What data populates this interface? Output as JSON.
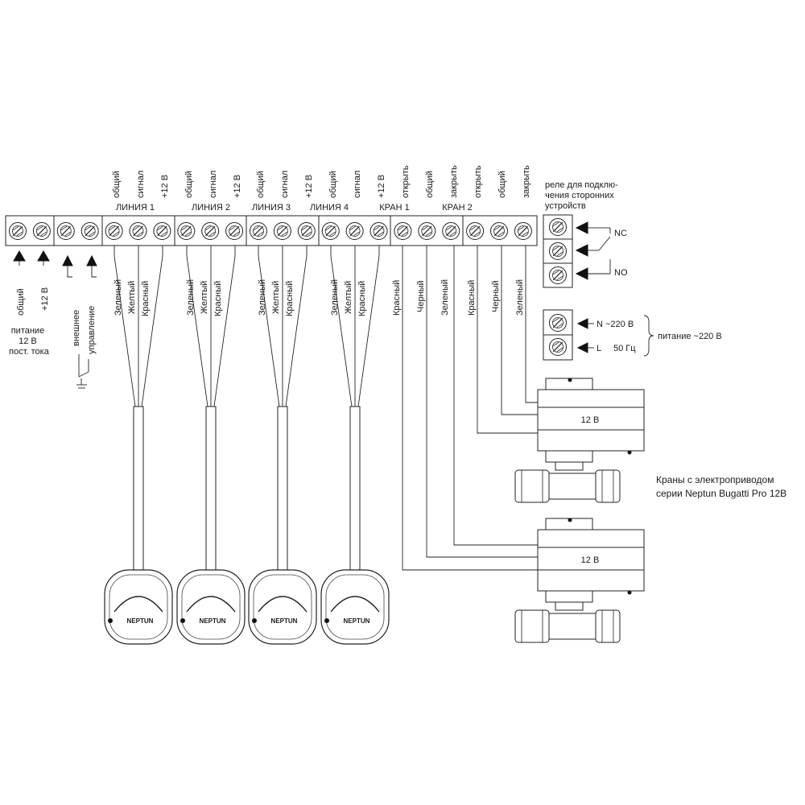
{
  "terminal_block": {
    "group_labels": [
      "ЛИНИЯ 1",
      "ЛИНИЯ 2",
      "ЛИНИЯ 3",
      "ЛИНИЯ 4",
      "КРАН 1",
      "КРАН 2"
    ],
    "top_labels": [
      "общий",
      "сигнал",
      "+12 В",
      "общий",
      "сигнал",
      "+12 В",
      "общий",
      "сигнал",
      "+12 В",
      "общий",
      "сигнал",
      "+12 В",
      "открыть",
      "общий",
      "закрыть",
      "открыть",
      "общий",
      "закрыть"
    ]
  },
  "power": {
    "labels": [
      "общий",
      "+12 В"
    ],
    "caption": [
      "питание",
      "12 В",
      "пост. тока"
    ]
  },
  "external_control": {
    "labels": [
      "внешнее",
      "управление"
    ]
  },
  "wire_labels": {
    "sensor": [
      "Зеленый",
      "Желтый",
      "Красный"
    ],
    "valve": [
      "Красный",
      "Черный",
      "Зеленый",
      "Красный",
      "Черный",
      "Зеленый"
    ]
  },
  "sensor_brand": "NEPTUN",
  "relay": {
    "caption": [
      "реле для подклю-",
      "чения сторонних",
      "устройств"
    ],
    "nc": "NC",
    "no": "NO"
  },
  "mains": {
    "n_label": "N ~220 В",
    "l_label": "L",
    "freq": "50 Гц",
    "caption": "питание ~220 В"
  },
  "valves": {
    "actuator_label": "12 В",
    "caption": [
      "Краны с электроприводом",
      "серии Neptun Bugatti Pro 12В"
    ]
  }
}
